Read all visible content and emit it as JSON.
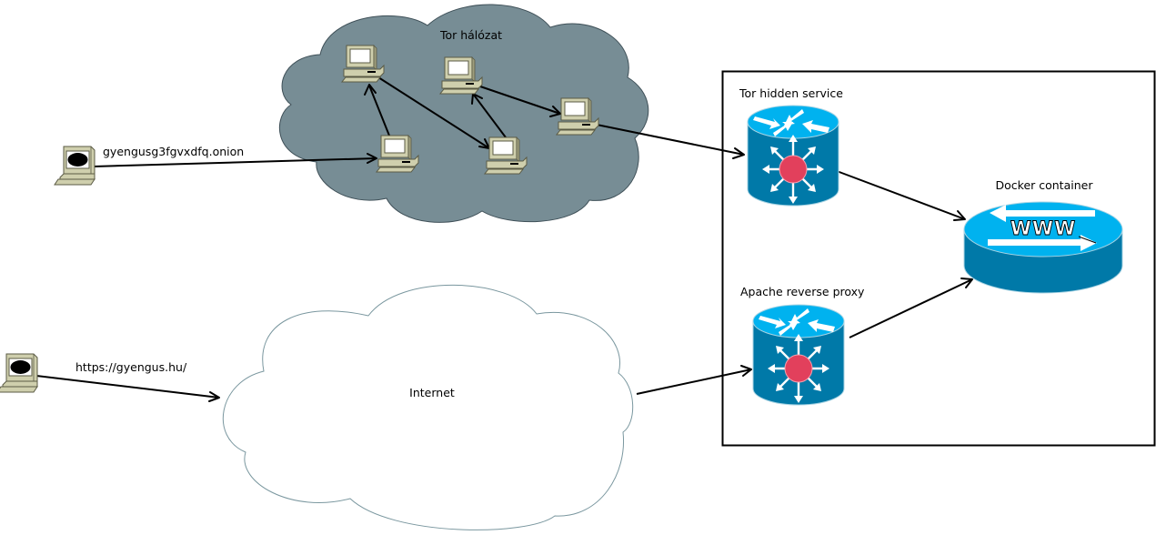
{
  "diagram": {
    "type": "network-topology",
    "colors": {
      "tor_cloud_fill": "#778d95",
      "tor_cloud_stroke": "#3f5058",
      "internet_cloud_fill": "#ffffff",
      "internet_cloud_stroke": "#7a979f",
      "device_top": "#00b2ef",
      "device_side": "#0079a8",
      "device_center": "#e2405c",
      "pc_body": "#cfcfad",
      "pc_dark": "#5b5b45",
      "edge": "#000000"
    },
    "nodes": {
      "tor_network": {
        "label": "Tor hálózat",
        "icon": "cloud-icon"
      },
      "internet": {
        "label": "Internet",
        "icon": "cloud-icon"
      },
      "tor_client": {
        "label": "gyengusg3fgvxdfq.onion",
        "icon": "computer-icon"
      },
      "web_client": {
        "label": "https://gyengus.hu/",
        "icon": "computer-icon"
      },
      "tor_hidden_service": {
        "label": "Tor hidden service",
        "icon": "layer3-switch-icon"
      },
      "apache_proxy": {
        "label": "Apache reverse proxy",
        "icon": "layer3-switch-icon"
      },
      "docker_container": {
        "label": "Docker container",
        "icon": "www-server-icon",
        "badge": "WWW"
      },
      "tor_relays": [
        {
          "id": "relay-1",
          "icon": "computer-icon"
        },
        {
          "id": "relay-2",
          "icon": "computer-icon"
        },
        {
          "id": "relay-3",
          "icon": "computer-icon"
        },
        {
          "id": "relay-4",
          "icon": "computer-icon"
        },
        {
          "id": "relay-5",
          "icon": "computer-icon"
        }
      ]
    },
    "edges": [
      {
        "from": "tor_client",
        "to": "relay-2"
      },
      {
        "from": "relay-2",
        "to": "relay-1"
      },
      {
        "from": "relay-1",
        "to": "relay-4"
      },
      {
        "from": "relay-4",
        "to": "relay-3"
      },
      {
        "from": "relay-3",
        "to": "relay-5"
      },
      {
        "from": "relay-5",
        "to": "tor_hidden_service"
      },
      {
        "from": "tor_hidden_service",
        "to": "docker_container"
      },
      {
        "from": "web_client",
        "to": "internet"
      },
      {
        "from": "internet",
        "to": "apache_proxy"
      },
      {
        "from": "apache_proxy",
        "to": "docker_container"
      }
    ],
    "server_box": {
      "icon": "server-boundary-box"
    }
  }
}
